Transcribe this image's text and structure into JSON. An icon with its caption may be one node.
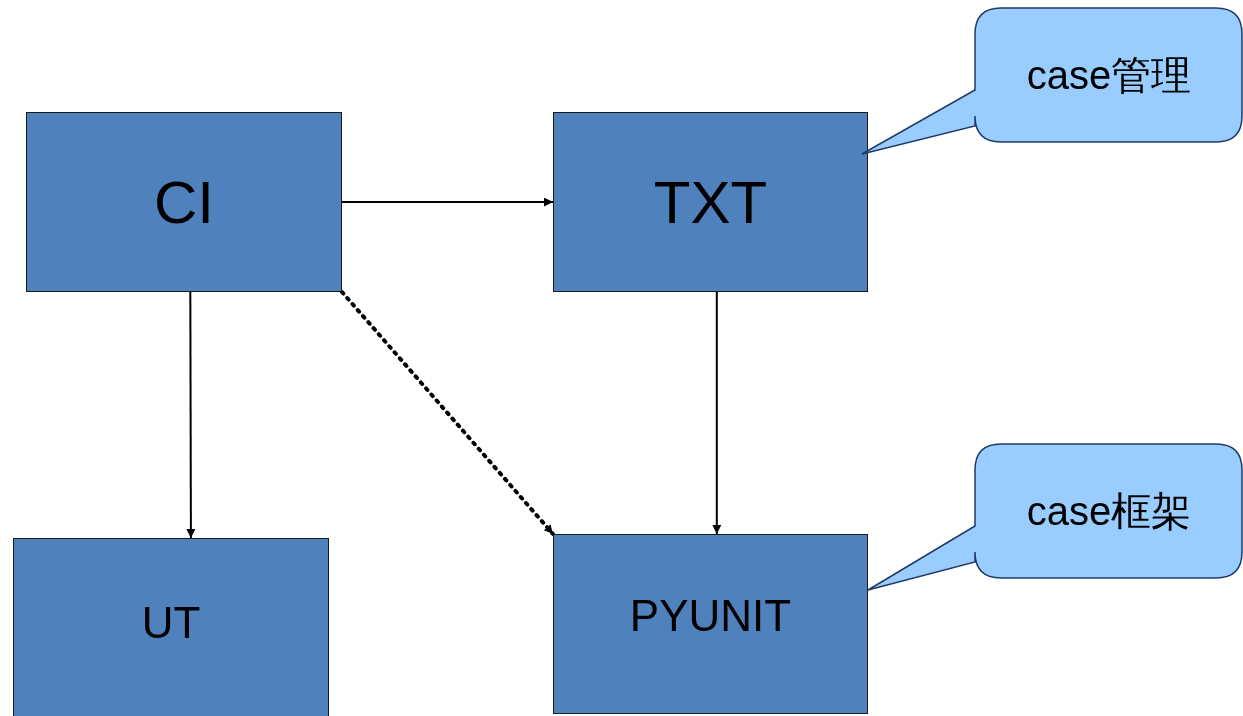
{
  "diagram": {
    "nodes": [
      {
        "text": [
          "CI"
        ]
      },
      {
        "text": [
          "TXT"
        ]
      },
      {
        "text": [
          "UT"
        ]
      },
      {
        "text": [
          "PYUNIT"
        ]
      },
      {
        "text": [
          "case管理"
        ]
      },
      {
        "text": [
          "case框架"
        ]
      }
    ],
    "edges": [
      {
        "from": 0,
        "to": 1,
        "arrow": "to"
      },
      {
        "from": 0,
        "to": 2,
        "arrow": "to"
      },
      {
        "from": 0,
        "to": 3,
        "arrow": "to",
        "style": "dashed"
      },
      {
        "from": 1,
        "to": 3,
        "arrow": "to"
      }
    ]
  }
}
